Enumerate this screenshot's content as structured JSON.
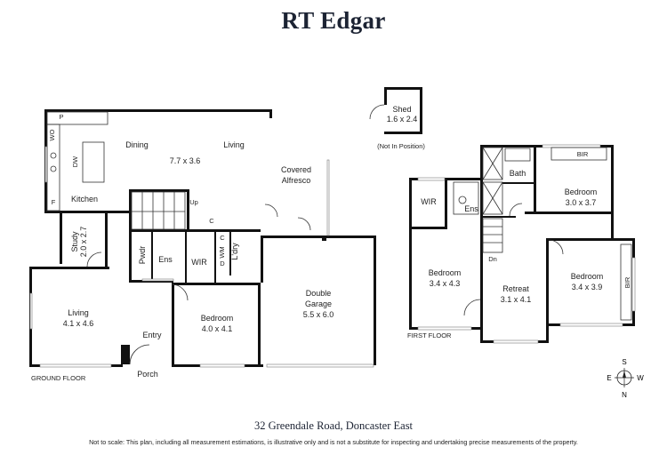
{
  "brand": "RT Edgar",
  "address": "32 Greendale Road, Doncaster East",
  "disclaimer": "Not to scale: This plan, including all measurement estimations, is illustrative only and is not a substitute for inspecting and undertaking precise measurements of the property.",
  "floors": {
    "ground": "GROUND FLOOR",
    "first": "FIRST FLOOR"
  },
  "rooms": {
    "dining": "Dining",
    "living_top": "Living",
    "living_top_dims": "7.7 x 3.6",
    "covered": "Covered",
    "alfresco": "Alfresco",
    "kitchen": "Kitchen",
    "study": "Study",
    "study_dims": "2.0 x 2.7",
    "living_left": "Living",
    "living_left_dims": "4.1 x 4.6",
    "entry": "Entry",
    "porch": "Porch",
    "bedroom_ground": "Bedroom",
    "bedroom_ground_dims": "4.0 x 4.1",
    "ens_ground": "Ens",
    "wir_ground": "WIR",
    "pwdr": "Pwdr",
    "ldry": "L'dry",
    "garage": "Double",
    "garage2": "Garage",
    "garage_dims": "5.5 x 6.0",
    "shed": "Shed",
    "shed_dims": "1.6 x 2.4",
    "shed_note": "(Not In Position)",
    "bath": "Bath",
    "bir_top": "BIR",
    "bir_side": "BIR",
    "bedroom_ne": "Bedroom",
    "bedroom_ne_dims": "3.0 x 3.7",
    "wir_first": "WIR",
    "ens_first": "Ens",
    "bedroom_w": "Bedroom",
    "bedroom_w_dims": "3.4 x 4.3",
    "retreat": "Retreat",
    "retreat_dims": "3.1 x 4.1",
    "bedroom_e": "Bedroom",
    "bedroom_e_dims": "3.4 x 3.9"
  },
  "fixtures": {
    "p": "P",
    "wo": "WO",
    "dw": "DW",
    "f": "F",
    "up": "Up",
    "dn": "Dn",
    "c1": "C",
    "c2": "C",
    "d": "D",
    "wm": "WM"
  },
  "compass": {
    "n": "N",
    "s": "S",
    "e": "E",
    "w": "W"
  }
}
